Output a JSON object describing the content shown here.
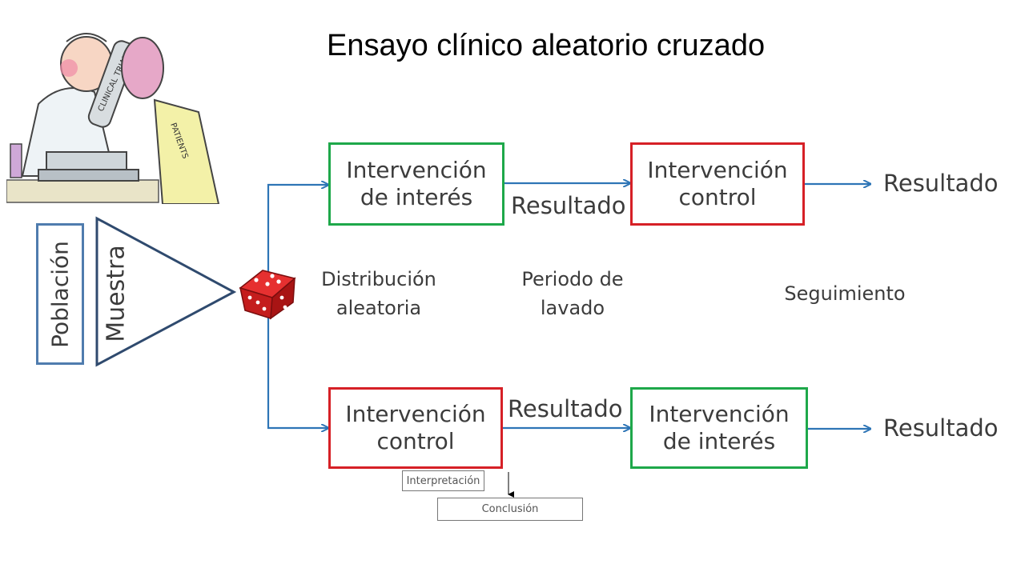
{
  "title": "Ensayo clínico aleatorio cruzado",
  "illustration": {
    "microscope_text": "CLINICAL TRIALS",
    "patient_text": "PATIENTS"
  },
  "poblacion": "Población",
  "muestra": "Muestra",
  "top_arm": {
    "first": {
      "line1": "Intervención",
      "line2": "de interés"
    },
    "mid_result": "Resultado",
    "second": {
      "line1": "Intervención",
      "line2": "control"
    },
    "final_result": "Resultado"
  },
  "bottom_arm": {
    "first": {
      "line1": "Intervención",
      "line2": "control"
    },
    "mid_result": "Resultado",
    "second": {
      "line1": "Intervención",
      "line2": "de interés"
    },
    "final_result": "Resultado"
  },
  "labels": {
    "distribucion": {
      "line1": "Distribución",
      "line2": "aleatoria"
    },
    "lavado": {
      "line1": "Periodo de",
      "line2": "lavado"
    },
    "seguimiento": "Seguimiento"
  },
  "footer": {
    "interpretacion": "Interpretación",
    "conclusion": "Conclusión"
  },
  "colors": {
    "green": "#1ea84a",
    "red": "#d62026",
    "blue_arrow": "#2e75b6",
    "population_border": "#4f7cae",
    "triangle": "#2f4a6e"
  }
}
